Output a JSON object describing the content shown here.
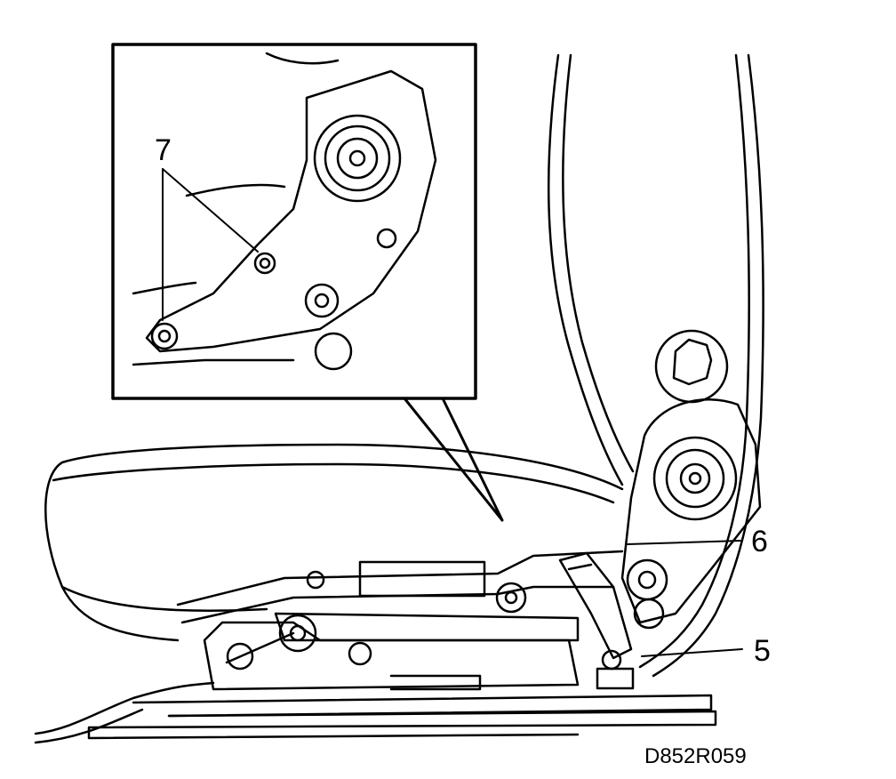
{
  "callouts": {
    "label_7": "7",
    "label_6": "6",
    "label_5": "5"
  },
  "drawing_code": "D852R059",
  "colors": {
    "ink": "#000000",
    "paper": "#ffffff"
  }
}
